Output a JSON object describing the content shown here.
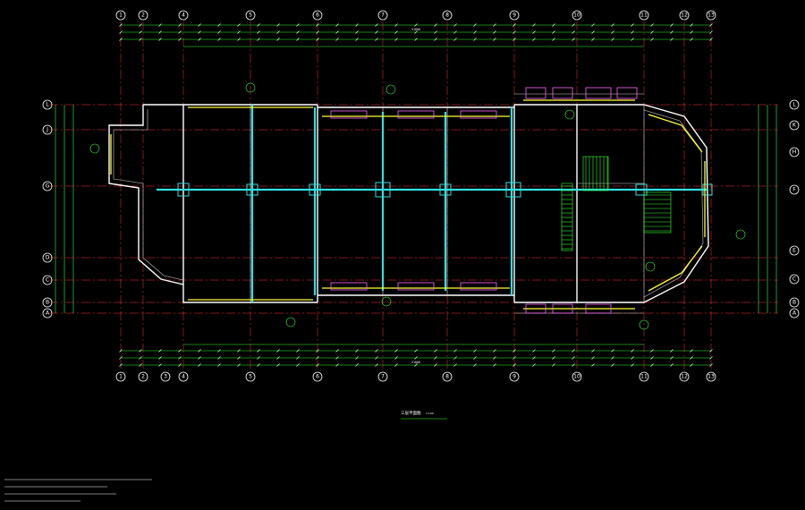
{
  "drawing": {
    "top_axes": [
      "1",
      "2",
      "4",
      "5",
      "6",
      "7",
      "8",
      "9",
      "10",
      "11",
      "12",
      "13"
    ],
    "bottom_axes": [
      "1",
      "2",
      "3",
      "4",
      "5",
      "6",
      "7",
      "8",
      "9",
      "10",
      "11",
      "12",
      "13"
    ],
    "left_axes": [
      "L",
      "J",
      "G",
      "D",
      "C",
      "B",
      "A"
    ],
    "right_axes": [
      "L",
      "K",
      "H",
      "F",
      "E",
      "C",
      "B",
      "A"
    ],
    "overall_dimension": "51000",
    "title": "三层平面图",
    "scale": "1:100"
  },
  "colors": {
    "background": "#000000",
    "axis_grid": "#ff3333",
    "dimension": "#33ff33",
    "walls": "#ffffff",
    "windows": "#ffff33",
    "beams": "#33dddd"
  }
}
